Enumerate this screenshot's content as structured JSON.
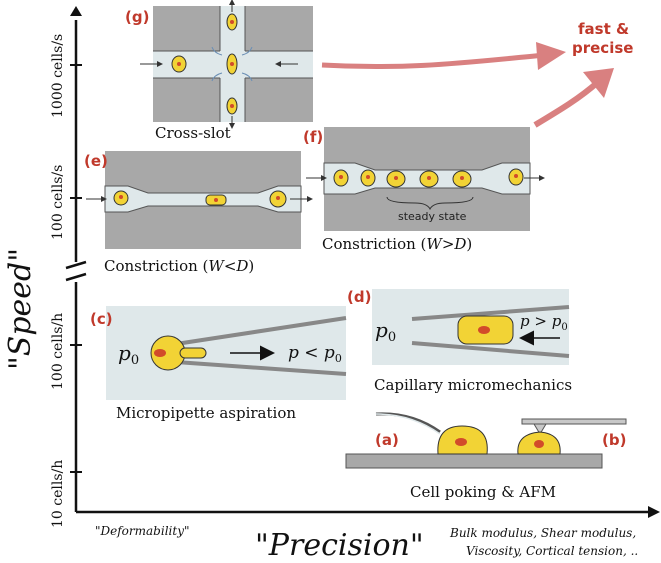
{
  "axes": {
    "y_title": "\"Speed\"",
    "x_title": "\"Precision\"",
    "y_ticks": [
      "1000 cells/s",
      "100 cells/s",
      "100 cells/h",
      "10 cells/h"
    ],
    "x_left_label": "\"Deformability\"",
    "x_right_label_line1": "Bulk modulus, Shear modulus,",
    "x_right_label_line2": "Viscosity, Cortical tension, .."
  },
  "arrow_label": {
    "line1": "fast &",
    "line2": "precise"
  },
  "panels": {
    "g": {
      "letter": "(g)",
      "caption": "Cross-slot"
    },
    "e": {
      "letter": "(e)",
      "caption_main": "Constriction (",
      "caption_var": "W<D",
      "caption_end": ")"
    },
    "f": {
      "letter": "(f)",
      "caption_main": "Constriction (",
      "caption_var": "W>D",
      "caption_end": ")",
      "note": "steady state"
    },
    "c": {
      "letter": "(c)",
      "caption": "Micropipette aspiration",
      "p0": "p",
      "p0_sub": "0",
      "pressure": "p < p",
      "pressure_sub": "0"
    },
    "d": {
      "letter": "(d)",
      "caption": "Capillary micromechanics",
      "p0": "p",
      "p0_sub": "0",
      "pressure": "p > p",
      "pressure_sub": "0"
    },
    "a": {
      "letter": "(a)"
    },
    "b": {
      "letter": "(b)"
    },
    "ab_caption": "Cell poking & AFM"
  },
  "colors": {
    "accent": "#c0392b",
    "arrow": "#d98080",
    "cell_fill": "#f2d335",
    "nucleus": "#d24b2a",
    "panel_bg": "#a8a8a8",
    "channel": "#dfe8ea"
  }
}
